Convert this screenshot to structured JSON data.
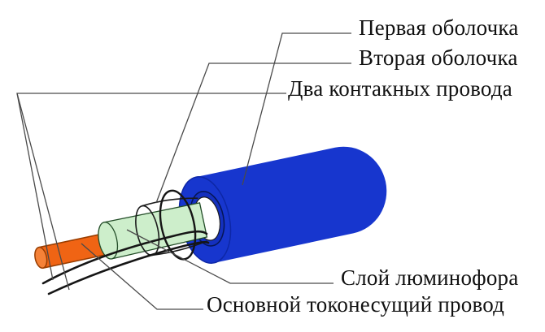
{
  "diagram": {
    "labels": {
      "first_sheath": "Первая оболочка",
      "second_sheath": "Вторая оболочка",
      "contact_wires": "Два контакных провода",
      "phosphor_layer": "Слой люминофора",
      "main_wire": "Основной токонесущий провод"
    },
    "colors": {
      "background": "#FFFFFF",
      "sheath_blue": "#1736CE",
      "sheath_rim": "#0D27A6",
      "hole_blue": "#1430BE",
      "hole_edge": "#061656",
      "second_sheath_white": "#FFFFFF",
      "outline_dark": "#1B1B1B",
      "phosphor_green": "#CDEECB",
      "phosphor_edge": "#234D28",
      "copper_orange": "#F06414",
      "copper_cap": "#F58238",
      "copper_edge": "#993D00",
      "wire_black": "#151515",
      "leader_gray": "#4A4A4A",
      "text_color": "#111111"
    }
  }
}
